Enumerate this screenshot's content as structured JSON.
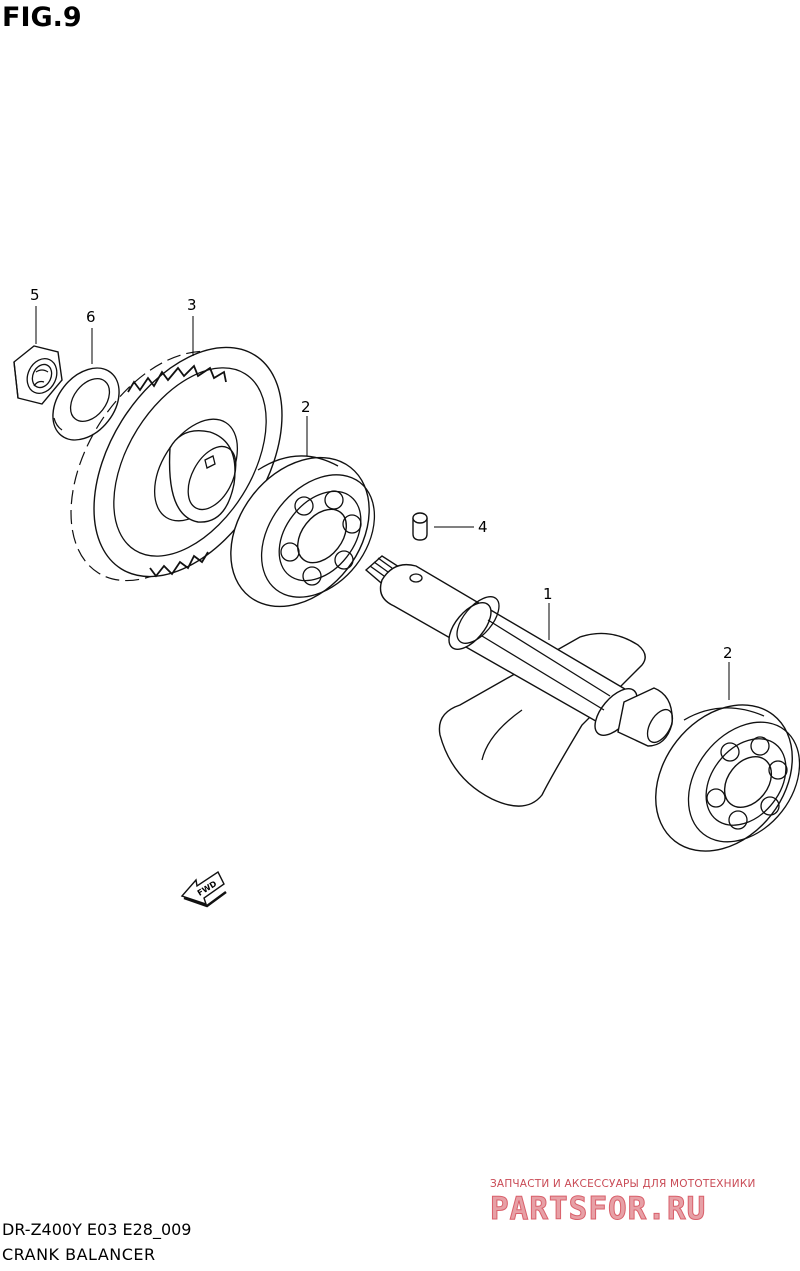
{
  "figure_label": "FIG.9",
  "callouts": {
    "nut": "5",
    "washer": "6",
    "gear": "3",
    "bearing_left": "2",
    "pin": "4",
    "balancer_shaft": "1",
    "bearing_right": "2"
  },
  "fwd_marker": "FWD",
  "watermark": {
    "tagline": "ЗАПЧАСТИ И АКСЕССУАРЫ ДЛЯ МОТОТЕХНИКИ",
    "brand": "PARTSFOR.RU"
  },
  "model_code": "DR-Z400Y E03 E28_009",
  "section_name": "CRANK BALANCER"
}
